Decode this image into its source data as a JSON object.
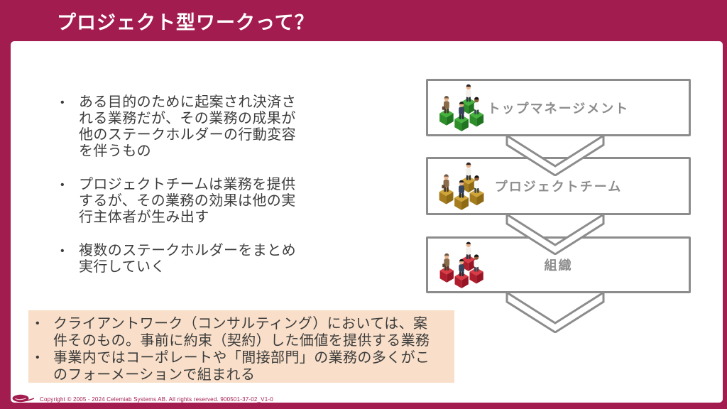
{
  "slide": {
    "title": "プロジェクト型ワークって？",
    "colors": {
      "frame": "#A21C4F",
      "panel": "#FFFFFF",
      "highlight_box": "#F9DFC9",
      "body_text": "#3C3C3C",
      "diagram_border": "#8C8C8C",
      "diagram_label_text": "#8C8C8C"
    }
  },
  "main_bullets": [
    "ある目的のために起案され決済さ\nれる業務だが、その業務の成果が\n他のステークホルダーの行動変容\nを伴うもの",
    "プロジェクトチームは業務を提供\nするが、その業務の効果は他の実\n行主体者が生み出す",
    "複数のステークホルダーをまとめ\n実行していく"
  ],
  "highlight_bullets": [
    "クライアントワーク（コンサルティング）においては、案\n件そのもの。事前に約束（契約）した価値を提供する業務",
    "事業内ではコーポレートや「間接部門」の業務の多くがこ\nのフォーメーションで組まれる"
  ],
  "diagram": {
    "levels": [
      {
        "label": "トップマネージメント",
        "illustration": "people-standing-on-green-cubes",
        "cube": {
          "top": "#45B33E",
          "left": "#2E8E2A",
          "right": "#1F7420"
        }
      },
      {
        "label": "プロジェクトチーム",
        "illustration": "people-sitting-on-gold-cubes",
        "cube": {
          "top": "#D0A437",
          "left": "#A67D1E",
          "right": "#8F6A15"
        }
      },
      {
        "label": "組織",
        "illustration": "people-sitting-on-red-cubes",
        "cube": {
          "top": "#D93A45",
          "left": "#B01E2E",
          "right": "#971425"
        }
      }
    ]
  },
  "footer": {
    "logo_icon": "celemi-swoosh-logo",
    "copyright": "Copyright © 2005 - 2024 Celemiab Systems AB. All rights reserved. 900501-37-02_V1-0"
  }
}
